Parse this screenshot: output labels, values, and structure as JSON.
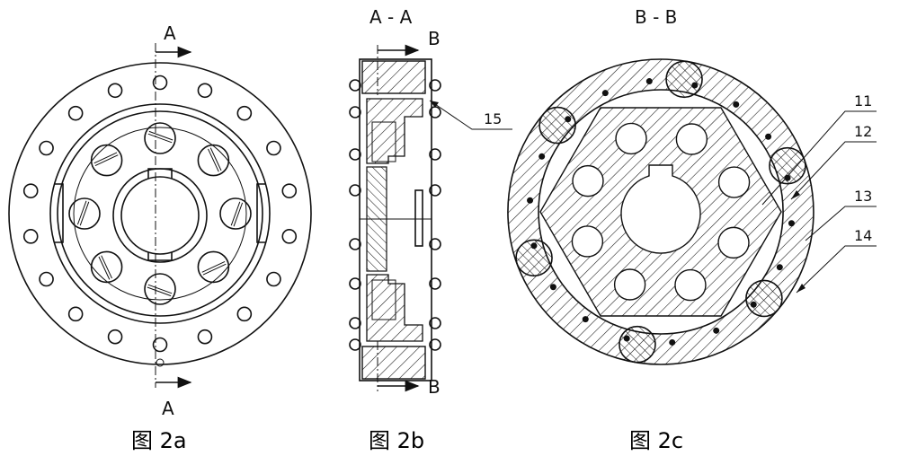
{
  "figure_a": {
    "caption": "图 2a",
    "section_label_top": "A",
    "section_label_bottom": "A"
  },
  "figure_b": {
    "caption": "图 2b",
    "title": "A - A",
    "section_label_top": "B",
    "section_label_bottom": "B",
    "callout_15": "15"
  },
  "figure_c": {
    "caption": "图 2c",
    "title": "B - B",
    "callout_11": "11",
    "callout_12": "12",
    "callout_13": "13",
    "callout_14": "14"
  },
  "colors": {
    "ink": "#111111",
    "background": "#ffffff"
  }
}
